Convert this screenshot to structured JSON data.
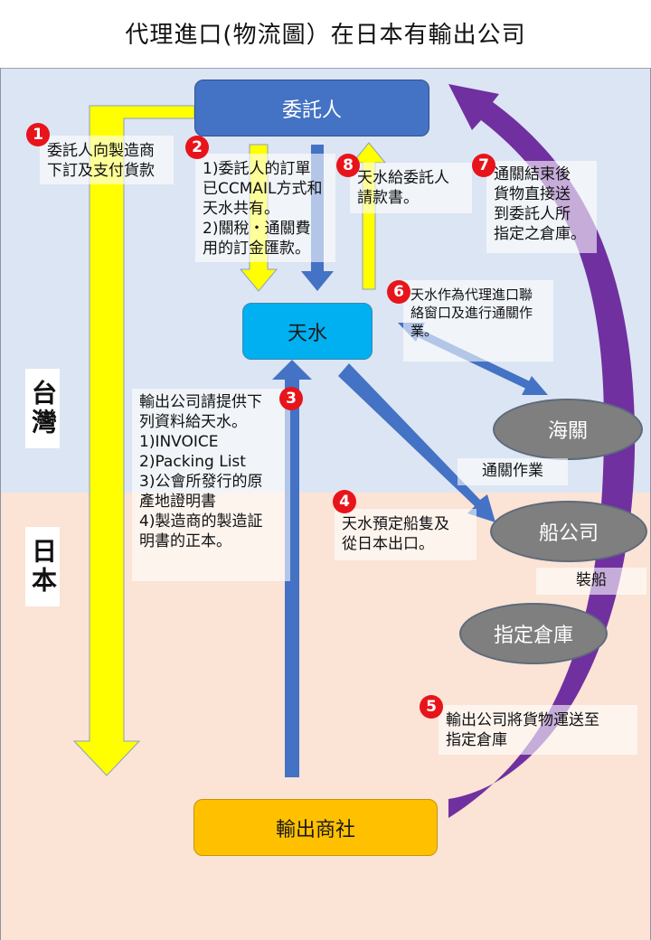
{
  "title": "代理進口(物流圖）在日本有輸出公司",
  "regions": {
    "taiwan": "台灣",
    "japan": "日本"
  },
  "nodes": {
    "client": "委託人",
    "tensui": "天水",
    "exporter": "輸出商社",
    "customs": "海關",
    "shipping": "船公司",
    "warehouse": "指定倉庫"
  },
  "steps": [
    {
      "num": "1",
      "text": "委託人向製造商\n下訂及支付貨款"
    },
    {
      "num": "2",
      "text": "1)委託人的訂單\n已CCMAIL方式和\n天水共有。\n2)關稅・通關費\n用的訂金匯款。"
    },
    {
      "num": "3",
      "text": "輸出公司請提供下\n列資料給天水。\n1)INVOICE\n2)Packing List\n3)公會所發行的原\n產地證明書\n4)製造商的製造証\n明書的正本。"
    },
    {
      "num": "4",
      "text": "天水預定船隻及\n從日本出口。"
    },
    {
      "num": "5",
      "text": "輸出公司將貨物運送至\n指定倉庫"
    },
    {
      "num": "6",
      "text": "天水作為代理進口聯\n絡窗口及進行通關作\n業。"
    },
    {
      "num": "7",
      "text": "通關結束後\n貨物直接送\n到委託人所\n指定之倉庫。"
    },
    {
      "num": "8",
      "text": "天水給委託人\n請款書。"
    }
  ],
  "labels": {
    "customs_work": "通關作業",
    "loading": "裝船"
  },
  "colors": {
    "client_box": "#4472c4",
    "tensui_box": "#00b0f0",
    "exporter_box": "#ffc000",
    "yellow_arrow": "#ffff00",
    "blue_arrow": "#4472c4",
    "purple_arrow": "#7030a0",
    "badge": "#e8141b",
    "taiwan_bg": "#dce5f3",
    "japan_bg": "#fbe3d5"
  }
}
